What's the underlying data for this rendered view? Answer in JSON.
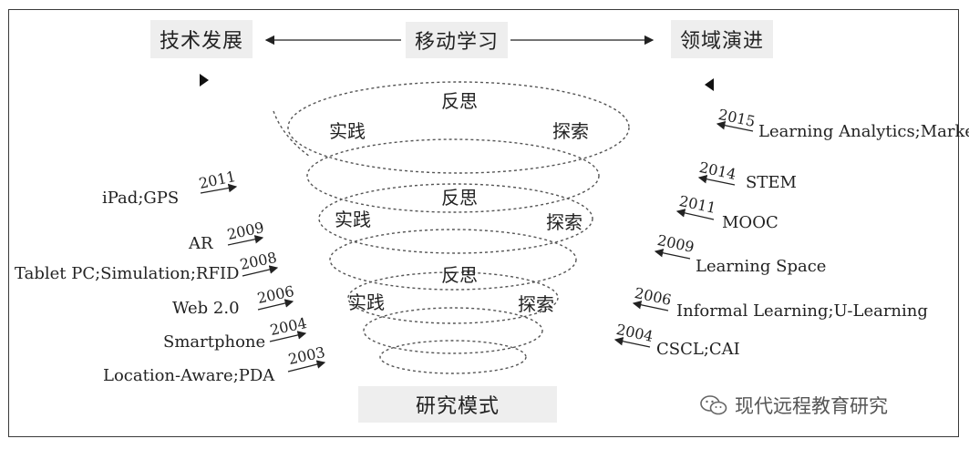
{
  "header": {
    "left_box": "技术发展",
    "center_box": "移动学习",
    "right_box": "领域演进"
  },
  "footer": {
    "bottom_box": "研究模式"
  },
  "spiral": {
    "loops": [
      {
        "top": "反思",
        "left": "实践",
        "right": "探索"
      },
      {
        "top": "反思",
        "left": "实践",
        "right": "探索"
      },
      {
        "top": "反思",
        "left": "实践",
        "right": "探索"
      }
    ]
  },
  "technology": [
    {
      "year": "2011",
      "label": "iPad;GPS"
    },
    {
      "year": "2009",
      "label": "AR"
    },
    {
      "year": "2008",
      "label": "Tablet PC;Simulation;RFID"
    },
    {
      "year": "2006",
      "label": "Web 2.0"
    },
    {
      "year": "2004",
      "label": "Smartphone"
    },
    {
      "year": "2003",
      "label": "Location-Aware;PDA"
    }
  ],
  "field": [
    {
      "year": "2015",
      "label": "Learning Analytics;Marker"
    },
    {
      "year": "2014",
      "label": "STEM"
    },
    {
      "year": "2011",
      "label": "MOOC"
    },
    {
      "year": "2009",
      "label": "Learning Space"
    },
    {
      "year": "2006",
      "label": "Informal Learning;U-Learning"
    },
    {
      "year": "2004",
      "label": "CSCL;CAI"
    }
  ],
  "watermark": {
    "text": "现代远程教育研究",
    "icon": "wechat-icon"
  }
}
